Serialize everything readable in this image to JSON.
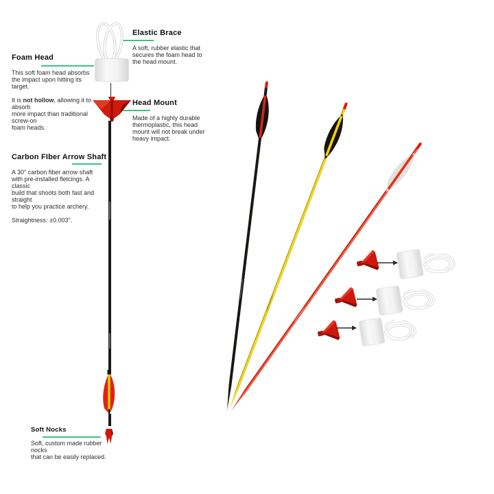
{
  "colors": {
    "accent_green": "#3cc47e",
    "brand_red": "#d01b0e",
    "shaft_yellow": "#f4d500",
    "shaft_black": "#1b1713"
  },
  "sections": {
    "foam_head": {
      "title": "Foam Head",
      "p1": "This soft foam head absorbs\nthe impact upon hitting its\ntarget.",
      "p2_prefix": "It is ",
      "p2_bold": "not hollow",
      "p2_suffix": ", allowing it to\nabsorb\nmore impact than traditional\nscrew-on\nfoam heads."
    },
    "elastic_brace": {
      "title": "Elastic Brace",
      "body": "A soft, rubber elastic that\nsecures the foam head to\nthe head mount."
    },
    "head_mount": {
      "title": "Head Mount",
      "body": "Made of a highly durable\nthermoplastic, this head\nmount will not break under\nheavy impact."
    },
    "carbon_shaft": {
      "title": "Carbon FIber Arrow Shaft",
      "body": "A 30\" carbon fiber arrow shaft\nwith pre-installed fletcings. A\nclassic\nbuild that shoots both fast and\nstraight\nto help you practice archery.",
      "straightness": "Straightness: ±0.003\"."
    },
    "soft_nocks": {
      "title": "Soft Nocks",
      "body": "Soft, custom made rubber\nnocks\nthat can be easily replaced."
    }
  },
  "diagram": {
    "exploded_parts": [
      "elastic-brace-loop",
      "foam-head-cylinder",
      "head-mount-cone",
      "carbon-shaft",
      "fletching",
      "soft-nock"
    ],
    "product_arrow_colors": [
      "black",
      "yellow",
      "red"
    ],
    "foam_assembly_count": 3
  }
}
